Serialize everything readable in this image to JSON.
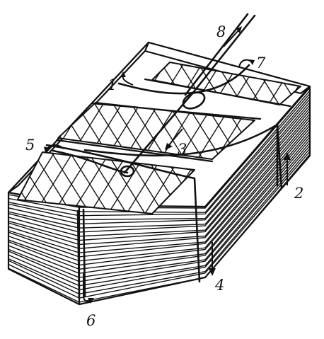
{
  "figure": {
    "labels": {
      "l1": "1",
      "l2": "2",
      "l3": "3",
      "l4": "4",
      "l5": "5",
      "l6": "6",
      "l7": "7",
      "l8": "8"
    }
  }
}
